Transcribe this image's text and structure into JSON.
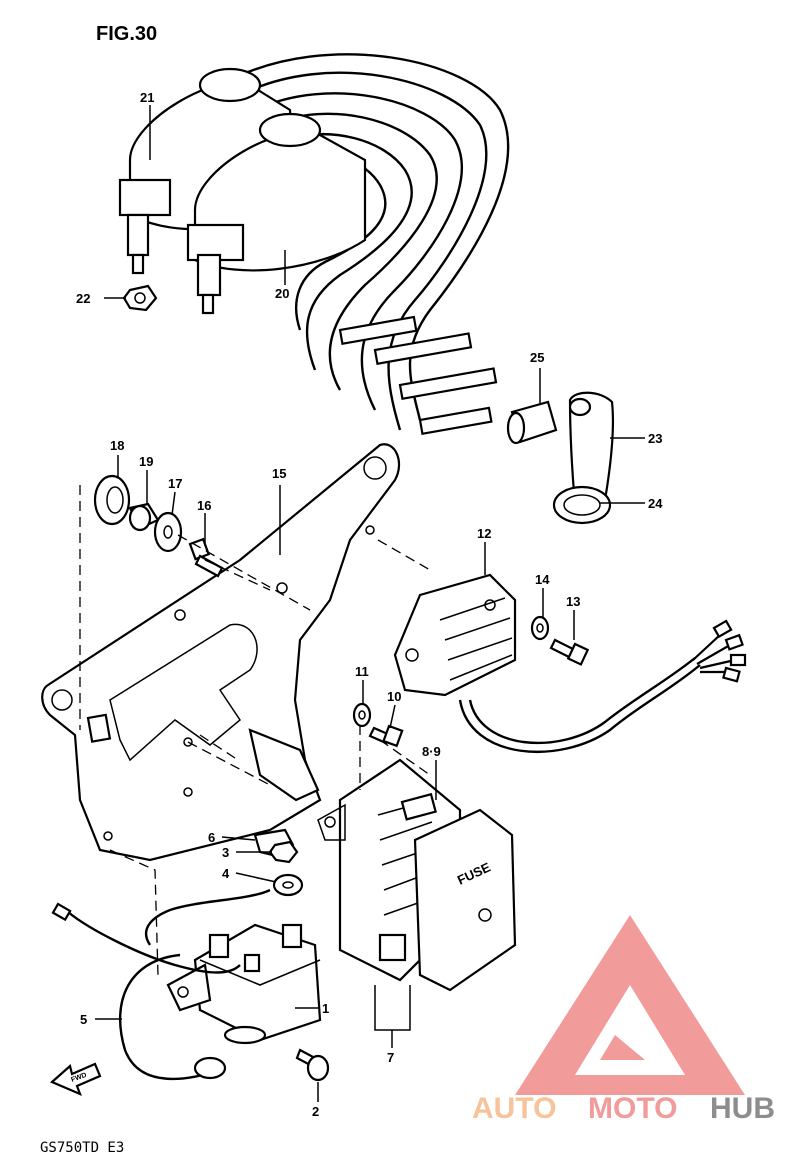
{
  "title": "FIG.30",
  "model_code": "GS750TD E3",
  "direction_marker": "FWD",
  "part_labels": {
    "p1": "1",
    "p2": "2",
    "p3": "3",
    "p4": "4",
    "p5": "5",
    "p6": "6",
    "p7": "7",
    "p8_9": "8·9",
    "p10": "10",
    "p11": "11",
    "p12": "12",
    "p13": "13",
    "p14": "14",
    "p15": "15",
    "p16": "16",
    "p17": "17",
    "p18": "18",
    "p19": "19",
    "p20": "20",
    "p21": "21",
    "p22": "22",
    "p23": "23",
    "p24": "24",
    "p25": "25"
  },
  "fuse_box_label": "FUSE",
  "watermark": {
    "word_auto": "AUTO",
    "word_moto": "MOTO",
    "word_hub": "HUB",
    "color_accent": "#f08a8a",
    "color_auto": "#f5b98a",
    "color_hub": "#7a7a7a"
  }
}
